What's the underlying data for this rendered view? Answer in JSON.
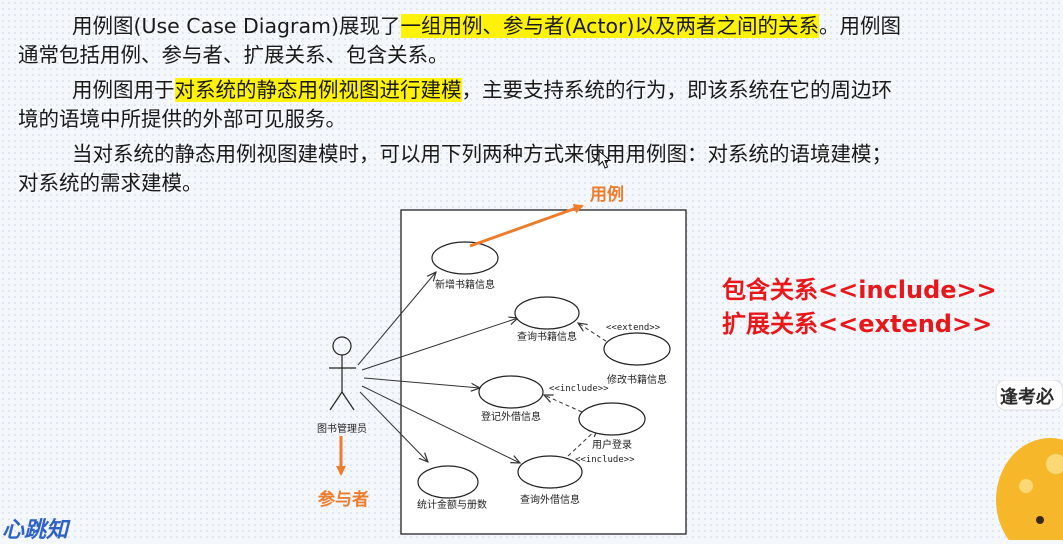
{
  "text": {
    "p1_line1_a": "用例图(Use Case Diagram)展现了",
    "p1_line1_hl": "一组用例、参与者(Actor)以及两者之间的关系",
    "p1_line1_b": "。用例图",
    "p1_line2": "通常包括用例、参与者、扩展关系、包含关系。",
    "p2_line1_a": "用例图用于",
    "p2_line1_hl": "对系统的静态用例视图进行建模",
    "p2_line1_b": "，主要支持系统的行为，即该系统在它的周边环",
    "p2_line2": "境的语境中所提供的外部可见服务。",
    "p3_line1": "当对系统的静态用例视图建模时，可以用下列两种方式来使用用例图：对系统的语境建模；",
    "p3_line2": "对系统的需求建模。"
  },
  "diagram": {
    "actor_label": "图书管理员",
    "use_cases": {
      "add_book": "新增书籍信息",
      "query_book": "查询书籍信息",
      "modify_book": "修改书籍信息",
      "register_borrow": "登记外借信息",
      "user_login": "用户登录",
      "query_borrow": "查询外借信息",
      "stats": "统计金额与册数"
    },
    "stereotypes": {
      "extend": "<<extend>>",
      "include1": "<<include>>",
      "include2": "<<include>>"
    },
    "annotations": {
      "use_case": "用例",
      "actor": "参与者",
      "include_rel": "包含关系<<include>>",
      "extend_rel": "扩展关系<<extend>>"
    },
    "colors": {
      "annotation": "#ee7d2b",
      "relation_text": "#e8171a",
      "highlight": "#fff20a"
    }
  },
  "overlay": {
    "sticker_text": "逢考必",
    "watermark": "心跳知"
  }
}
